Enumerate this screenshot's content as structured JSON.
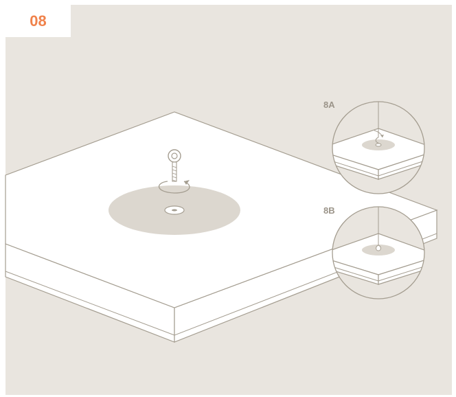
{
  "step": {
    "number": "08"
  },
  "callouts": [
    {
      "label": "8A"
    },
    {
      "label": "8B"
    }
  ],
  "colors": {
    "accent": "#f0824b",
    "background": "#e9e5df",
    "line": "#a49d90",
    "surface": "#ffffff",
    "shadow": "#dcd7cf"
  }
}
